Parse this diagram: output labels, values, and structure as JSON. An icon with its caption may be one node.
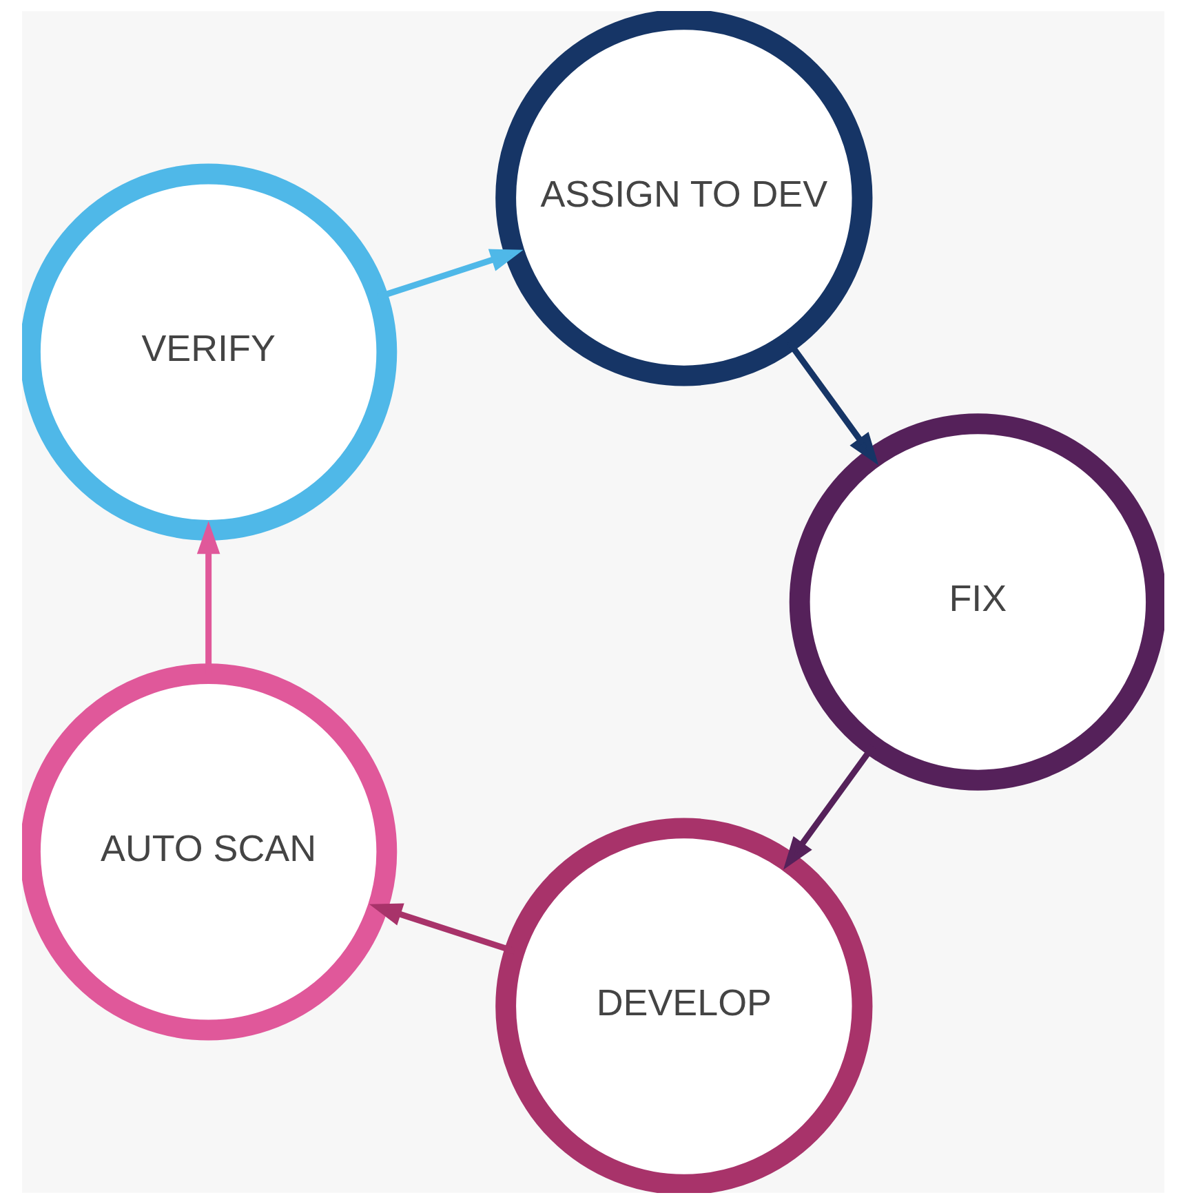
{
  "diagram": {
    "nodes": [
      {
        "text": [
          "DEVELOP"
        ]
      },
      {
        "text": [
          "AUTO SCAN"
        ]
      },
      {
        "text": [
          "VERIFY"
        ]
      },
      {
        "text": [
          "ASSIGN TO DEV"
        ]
      },
      {
        "text": [
          "FIX"
        ]
      }
    ],
    "edges": [
      {
        "from": 0,
        "to": 1,
        "arrow": "to",
        "color": "#a8336a"
      },
      {
        "from": 1,
        "to": 2,
        "arrow": "to",
        "color": "#e0589a"
      },
      {
        "from": 2,
        "to": 3,
        "arrow": "to",
        "color": "#4fb8e8"
      },
      {
        "from": 3,
        "to": 4,
        "arrow": "to",
        "color": "#163566"
      },
      {
        "from": 4,
        "to": 0,
        "arrow": "to",
        "color": "#55215a"
      }
    ]
  }
}
